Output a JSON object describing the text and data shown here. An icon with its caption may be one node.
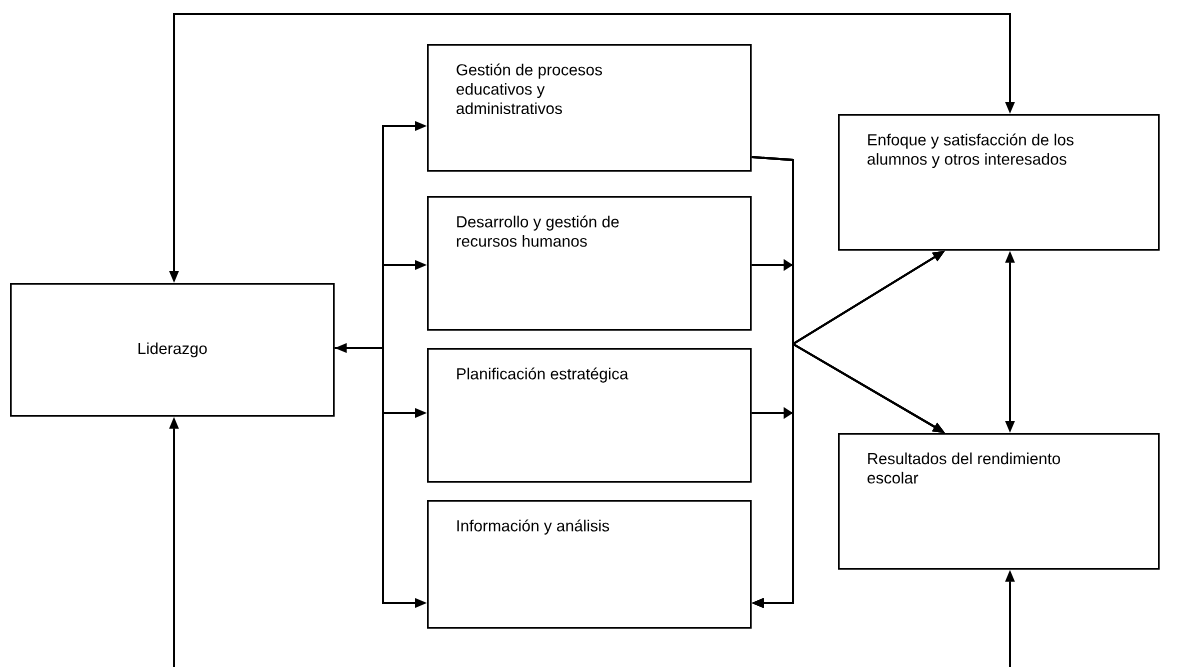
{
  "diagram": {
    "nodes": [
      {
        "text": [
          "Liderazgo"
        ]
      },
      {
        "text": [
          "Gestión de procesos educativos y administrativos"
        ]
      },
      {
        "text": [
          "Desarrollo y gestión de recursos humanos"
        ]
      },
      {
        "text": [
          "Planificación estratégica"
        ]
      },
      {
        "text": [
          "Información y análisis"
        ]
      },
      {
        "text": [
          "Enfoque y satisfacción de los alumnos y otros interesados"
        ]
      },
      {
        "text": [
          "Resultados del rendimiento escolar"
        ]
      }
    ],
    "edges": [
      {
        "from": 0,
        "to": 5,
        "arrow": "both"
      },
      {
        "from": null,
        "to": 0,
        "arrow": "to"
      },
      {
        "from": null,
        "to": 6,
        "arrow": "to"
      },
      {
        "from": 0,
        "to": 1,
        "arrow": "to"
      },
      {
        "from": 0,
        "to": 2,
        "arrow": "to"
      },
      {
        "from": 0,
        "to": 3,
        "arrow": "both"
      },
      {
        "from": 0,
        "to": 4,
        "arrow": "to"
      },
      {
        "from": 1,
        "to": 4,
        "arrow": "to"
      },
      {
        "from": 1,
        "to": 5,
        "arrow": "to"
      },
      {
        "from": 1,
        "to": 6,
        "arrow": "to"
      },
      {
        "from": 2,
        "to": 4,
        "arrow": "to"
      },
      {
        "from": 2,
        "to": 5,
        "arrow": "to"
      },
      {
        "from": 2,
        "to": 6,
        "arrow": "to"
      },
      {
        "from": 3,
        "to": 4,
        "arrow": "to"
      },
      {
        "from": 3,
        "to": 5,
        "arrow": "to"
      },
      {
        "from": 3,
        "to": 6,
        "arrow": "to"
      },
      {
        "from": 5,
        "to": 6,
        "arrow": "both"
      }
    ]
  }
}
